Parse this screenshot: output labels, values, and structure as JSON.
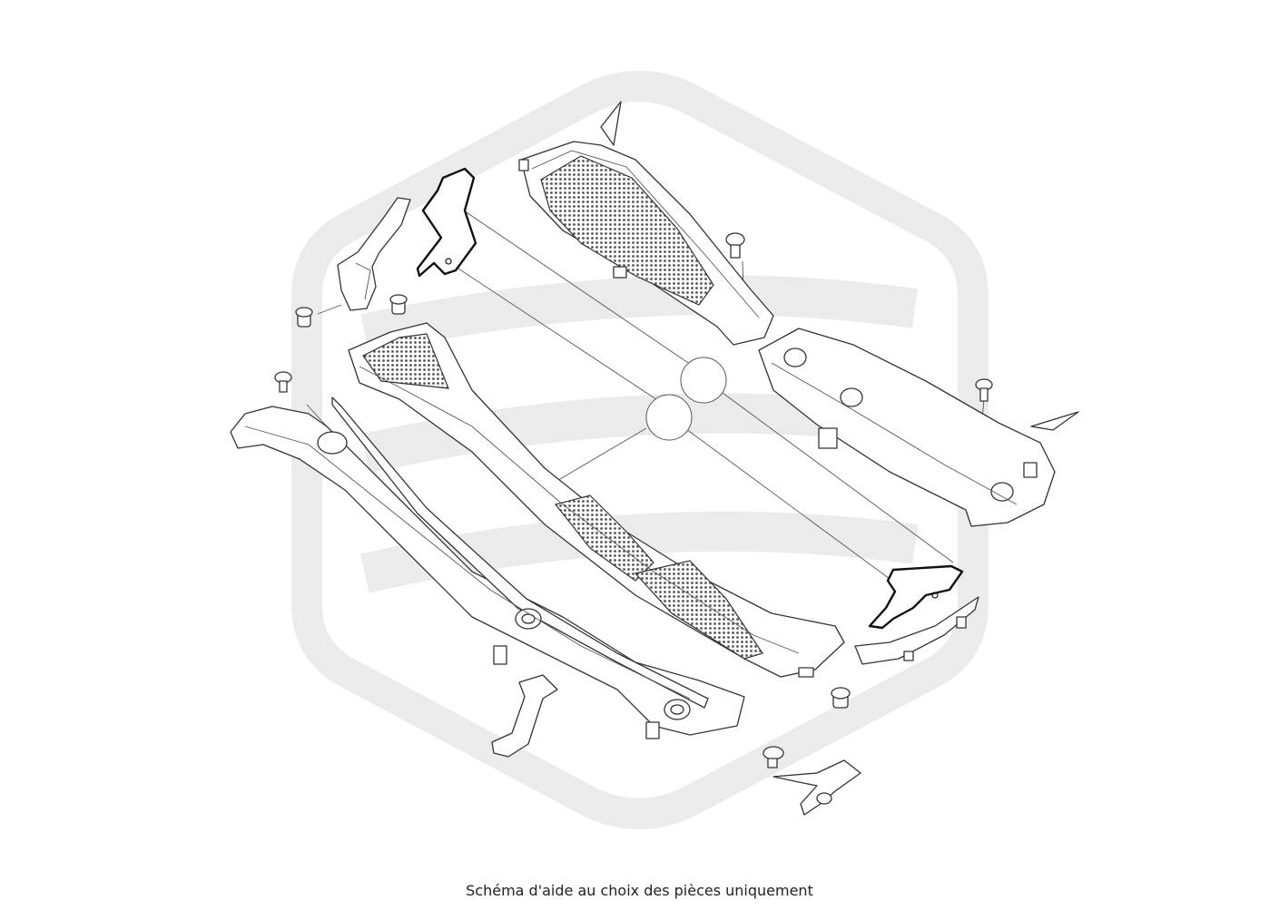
{
  "caption": "Schéma d'aide au choix des pièces uniquement",
  "colors": {
    "watermark": "#ebebeb",
    "line": "#333333",
    "highlight": "#111111",
    "background": "#ffffff"
  },
  "icons": {
    "watermark": "brand-watermark-hexagon",
    "callouts": "part-callout-circle"
  }
}
